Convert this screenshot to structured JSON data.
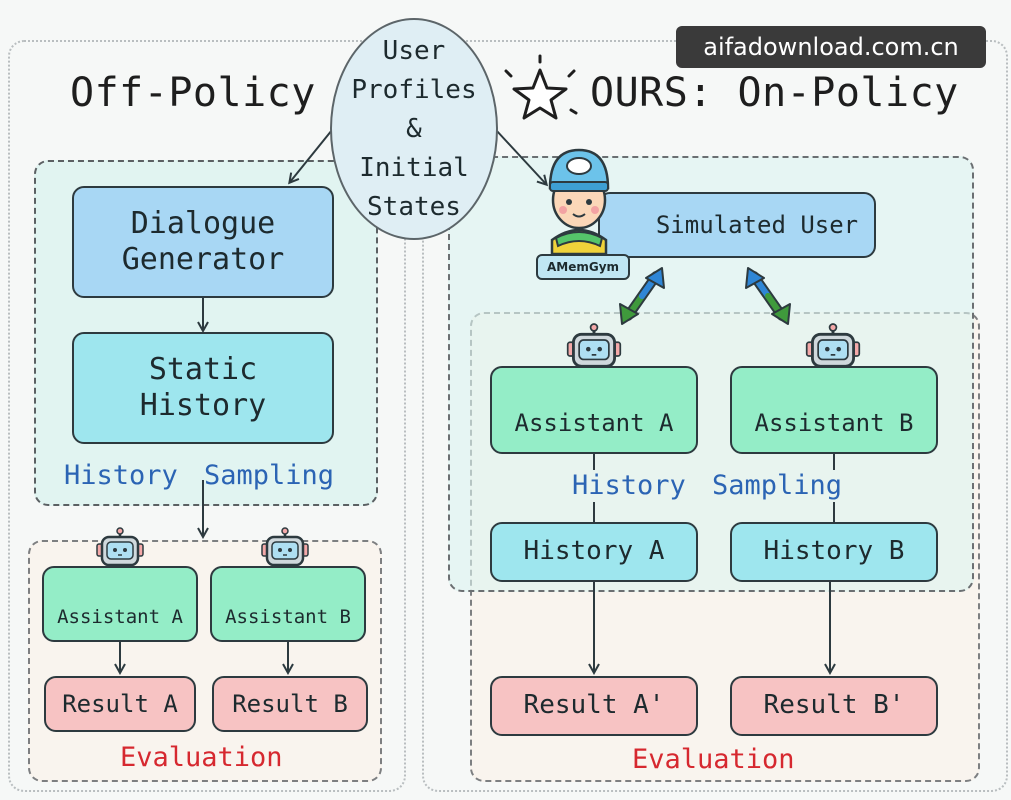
{
  "watermark": "aifadownload.com.cn",
  "left": {
    "title": "Off-Policy",
    "dialogue_generator": "Dialogue\nGenerator",
    "static_history": "Static\nHistory",
    "history_sampling_1": "History",
    "history_sampling_2": "Sampling",
    "assistant_a": "Assistant A",
    "assistant_b": "Assistant B",
    "result_a": "Result A",
    "result_b": "Result B",
    "evaluation": "Evaluation"
  },
  "center": {
    "profiles": "User\nProfiles\n&\nInitial\nStates"
  },
  "right": {
    "title": "OURS: On-Policy",
    "simulated_user": "Simulated User",
    "badge": "AMemGym",
    "assistant_a": "Assistant A",
    "assistant_b": "Assistant B",
    "history_sampling_1": "History",
    "history_sampling_2": "Sampling",
    "history_a": "History A",
    "history_b": "History B",
    "result_a": "Result A'",
    "result_b": "Result B'",
    "evaluation": "Evaluation"
  },
  "colors": {
    "label_blue": "#2b64b4",
    "eval_red": "#d6282f",
    "arrow_green": "#3f9a3c",
    "arrow_blue": "#2f86d6"
  },
  "icons": [
    "robot-icon",
    "user-avatar-icon",
    "star-icon"
  ]
}
